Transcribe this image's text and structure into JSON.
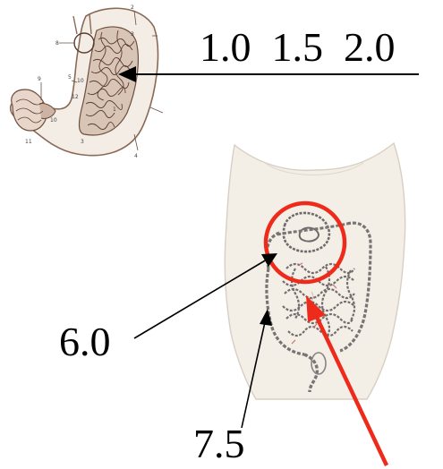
{
  "stomach_label": "1.0  1.5  2.0",
  "small_intestine_label": "6.0",
  "large_intestine_label": "7.5",
  "stomach_callouts": [
    "1",
    "2",
    "3",
    "4",
    "5",
    "6",
    "8",
    "9",
    "10",
    "11",
    "12"
  ],
  "colors": {
    "ink": "#000000",
    "highlight": "#ee2a1a",
    "skin": "#f3eee6",
    "stomach_line": "#8a6a55",
    "gut_line": "#6f6a6a"
  }
}
